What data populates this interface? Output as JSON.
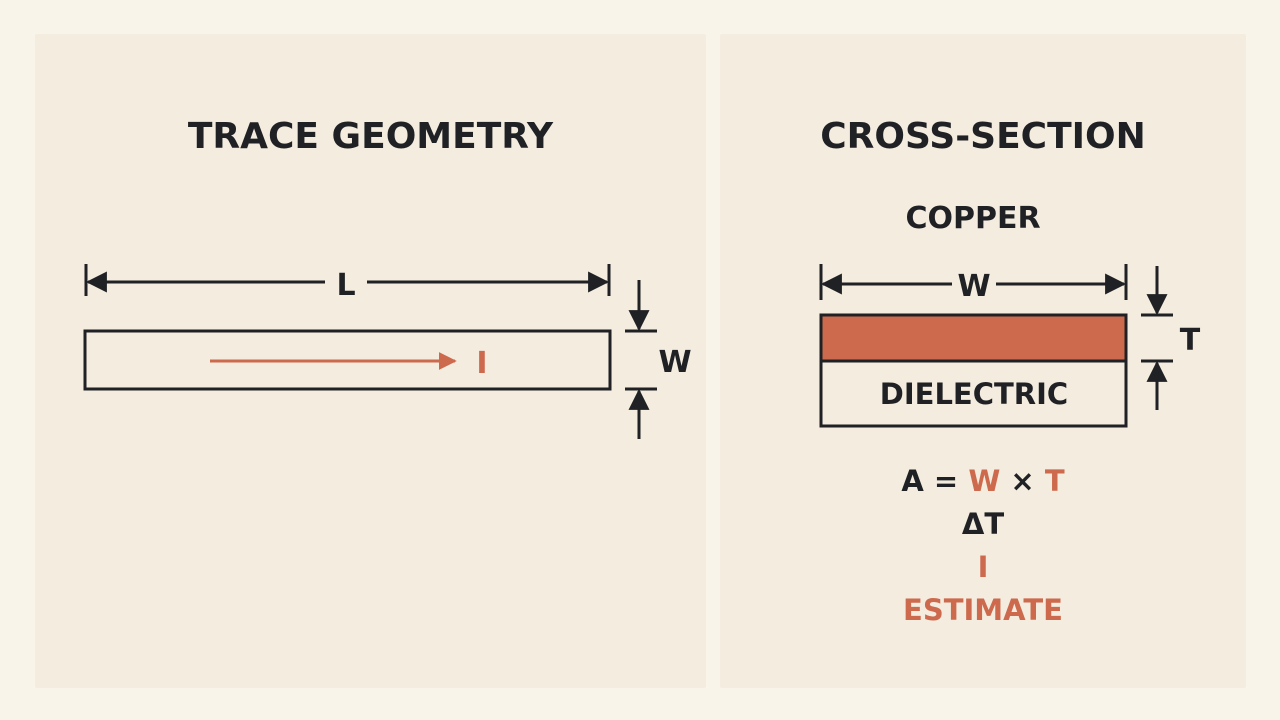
{
  "colors": {
    "ink": "#1f2124",
    "accent": "#cd6a4d",
    "panel": "#f3ecdf",
    "background": "#f8f4ea"
  },
  "left_panel": {
    "title": "TRACE GEOMETRY",
    "length_label": "L",
    "width_label": "W",
    "current_label": "I"
  },
  "right_panel": {
    "title": "CROSS-SECTION",
    "copper_label": "COPPER",
    "width_label": "W",
    "thickness_label": "T",
    "dielectric_label": "DIELECTRIC",
    "formula": {
      "lhs": "A =",
      "w": "W",
      "times": "×",
      "t": "T"
    },
    "delta_t": "ΔT",
    "current": "I",
    "estimate": "ESTIMATE"
  }
}
